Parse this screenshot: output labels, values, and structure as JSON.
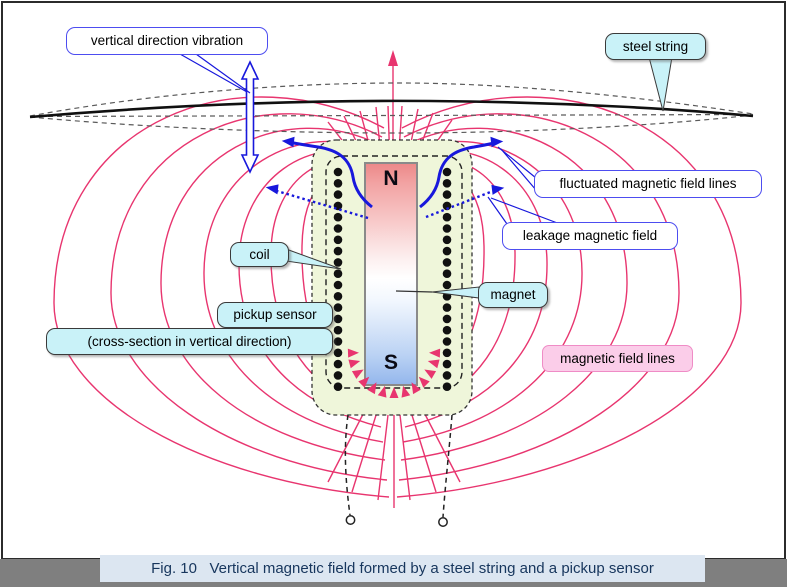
{
  "figure_caption": "Fig. 10   Vertical magnetic field formed by a steel string and a pickup sensor",
  "labels": {
    "vibration": "vertical direction vibration",
    "steel_string": "steel string",
    "fluctuated_field": "fluctuated magnetic field lines",
    "leakage_field": "leakage magnetic field",
    "coil": "coil",
    "magnet": "magnet",
    "pickup_sensor": "pickup sensor",
    "cross_section": "(cross-section in vertical direction)",
    "field_lines": "magnetic field lines"
  },
  "magnet": {
    "north_pole": "N",
    "south_pole": "S"
  },
  "colors": {
    "field_line": "#e8356f",
    "arrow_blue": "#1818dc",
    "cyan_label_bg": "#c9f2f8",
    "pink_label_bg": "#fbcde9",
    "sensor_body_bg": "#eff6da",
    "magnet_north": "#ef9090",
    "magnet_south": "#93b6ec",
    "caption_bg": "#dce6f1",
    "caption_text": "#17365d",
    "bottom_bar": "#7f7f7f"
  }
}
